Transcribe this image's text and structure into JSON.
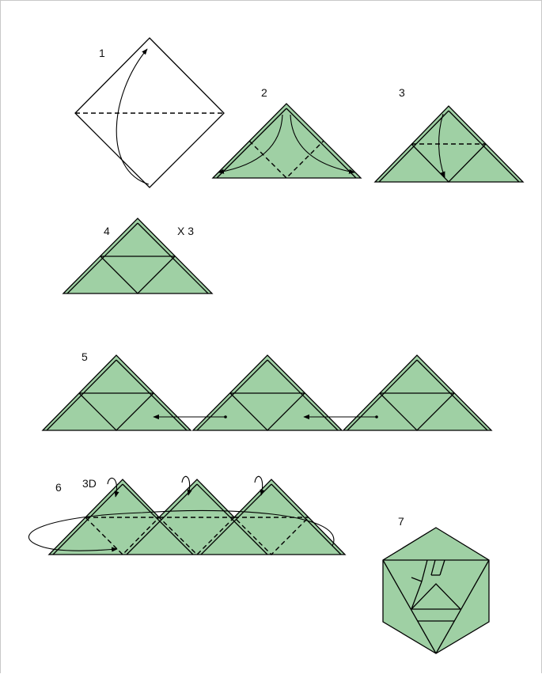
{
  "colors": {
    "paper": "#9fd0a4",
    "line": "#000000",
    "background": "#ffffff"
  },
  "steps": [
    {
      "label": "1"
    },
    {
      "label": "2"
    },
    {
      "label": "3"
    },
    {
      "label": "4",
      "note": "X 3"
    },
    {
      "label": "5"
    },
    {
      "label": "6",
      "note": "3D"
    },
    {
      "label": "7"
    }
  ]
}
